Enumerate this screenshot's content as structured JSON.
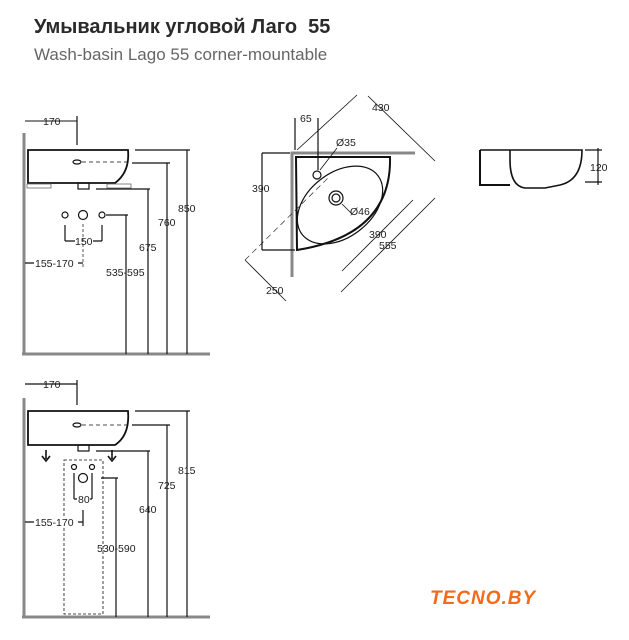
{
  "header": {
    "title": "Умывальник угловой Лаго  55",
    "subtitle": "Wash-basin Lago 55 corner-mountable"
  },
  "side_view_top": {
    "offset": "170",
    "h_rim": "850",
    "h_overflow": "760",
    "h_bottom": "675",
    "h_fittings": "535-595",
    "fittings_spacing": "150",
    "wall_offset": "155-170"
  },
  "plan_view": {
    "offset": "65",
    "tap_hole": "Ø35",
    "drain": "Ø46",
    "depth": "390",
    "diag_width": "430",
    "diag_inner": "390",
    "diag_total": "555",
    "diag_250": "250"
  },
  "front_view": {
    "height": "120"
  },
  "side_view_bottom": {
    "offset": "170",
    "h_rim": "815",
    "h_overflow": "725",
    "h_bottom": "640",
    "h_fittings": "530-590",
    "fittings_spacing": "80",
    "wall_offset": "155-170"
  },
  "logo": {
    "text": "TECNO.BY",
    "color": "#f26a1b"
  }
}
